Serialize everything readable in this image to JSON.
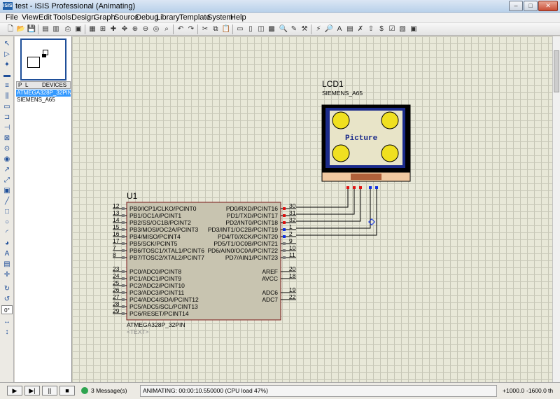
{
  "window": {
    "title": "test - ISIS Professional (Animating)",
    "app_icon": "ISIS"
  },
  "menu": [
    "File",
    "View",
    "Edit",
    "Tools",
    "Design",
    "Graph",
    "Source",
    "Debug",
    "Library",
    "Template",
    "System",
    "Help"
  ],
  "devices_panel": {
    "tab_p": "P",
    "tab_l": "L",
    "header": "DEVICES",
    "items": [
      "ATMEGA328P_32PIN",
      "SIEMENS_A65"
    ],
    "selected": 0
  },
  "schematic": {
    "lcd": {
      "ref": "LCD1",
      "part": "SIEMENS_A65",
      "screen_text": "Picture"
    },
    "mcu": {
      "ref": "U1",
      "part": "ATMEGA328P_32PIN",
      "text_placeholder": "<TEXT>",
      "left_pins": [
        {
          "num": "12",
          "name": "PB0/ICP1/CLKO/PCINT0"
        },
        {
          "num": "13",
          "name": "PB1/OC1A/PCINT1"
        },
        {
          "num": "14",
          "name": "PB2/SS/OC1B/PCINT2"
        },
        {
          "num": "15",
          "name": "PB3/MOSI/OC2A/PCINT3"
        },
        {
          "num": "16",
          "name": "PB4/MISO/PCINT4"
        },
        {
          "num": "17",
          "name": "PB5/SCK/PCINT5"
        },
        {
          "num": "7",
          "name": "PB6/TOSC1/XTAL1/PCINT6"
        },
        {
          "num": "8",
          "name": "PB7/TOSC2/XTAL2/PCINT7"
        },
        {
          "num": "23",
          "name": "PC0/ADC0/PCINT8"
        },
        {
          "num": "24",
          "name": "PC1/ADC1/PCINT9"
        },
        {
          "num": "25",
          "name": "PC2/ADC2/PCINT10"
        },
        {
          "num": "26",
          "name": "PC3/ADC3/PCINT11"
        },
        {
          "num": "27",
          "name": "PC4/ADC4/SDA/PCINT12"
        },
        {
          "num": "28",
          "name": "PC5/ADC5/SCL/PCINT13"
        },
        {
          "num": "29",
          "name": "PC6/RESET/PCINT14"
        }
      ],
      "right_pins": [
        {
          "num": "30",
          "name": "PD0/RXD/PCINT16"
        },
        {
          "num": "31",
          "name": "PD1/TXD/PCINT17"
        },
        {
          "num": "32",
          "name": "PD2/INT0/PCINT18"
        },
        {
          "num": "1",
          "name": "PD3/INT1/OC2B/PCINT19"
        },
        {
          "num": "2",
          "name": "PD4/T0/XCK/PCINT20"
        },
        {
          "num": "9",
          "name": "PD5/T1/OC0B/PCINT21"
        },
        {
          "num": "10",
          "name": "PD6/AIN0/OC0A/PCINT22"
        },
        {
          "num": "11",
          "name": "PD7/AIN1/PCINT23"
        },
        {
          "num": "20",
          "name": "AREF"
        },
        {
          "num": "18",
          "name": "AVCC"
        },
        {
          "num": "19",
          "name": "ADC6"
        },
        {
          "num": "22",
          "name": "ADC7"
        }
      ]
    }
  },
  "status": {
    "messages": "3 Message(s)",
    "animating": "ANIMATING: 00:00:10.550000 (CPU load 47%)",
    "x_coord": "+1000.0",
    "y_coord": "-1600.0",
    "unit": "th"
  },
  "sim_controls": {
    "play": "▶",
    "step": "▶|",
    "pause": "||",
    "stop": "■"
  }
}
